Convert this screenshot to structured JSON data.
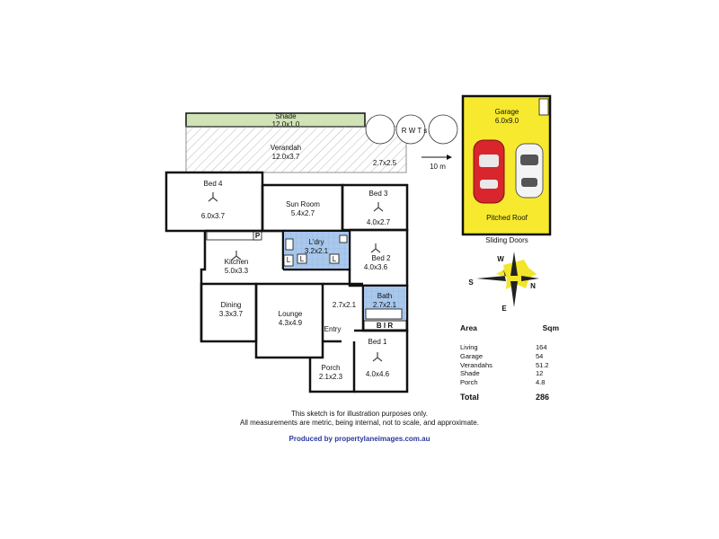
{
  "rooms": {
    "shade": {
      "name": "Shade",
      "size": "12.0x1.0"
    },
    "verandah": {
      "name": "Verandah",
      "size": "12.0x3.7"
    },
    "verandah_side": {
      "size": "2.7x2.5"
    },
    "bed4": {
      "name": "Bed 4",
      "size": "6.0x3.7"
    },
    "sun_room": {
      "name": "Sun Room",
      "size": "5.4x2.7"
    },
    "bed3": {
      "name": "Bed 3",
      "size": "4.0x2.7"
    },
    "laundry": {
      "name": "L'dry",
      "size": "3.2x2.1"
    },
    "kitchen": {
      "name": "Kitchen",
      "size": "5.0x3.3"
    },
    "bed2": {
      "name": "Bed 2",
      "size": "4.0x3.6"
    },
    "dining": {
      "name": "Dining",
      "size": "3.3x3.7"
    },
    "lounge": {
      "name": "Lounge",
      "size": "4.3x4.9"
    },
    "hall": {
      "size": "2.7x2.1"
    },
    "bath": {
      "name": "Bath",
      "size": "2.7x2.1"
    },
    "bir": {
      "name": "B I R"
    },
    "entry": {
      "name": "Entry"
    },
    "bed1": {
      "name": "Bed 1",
      "size": "4.0x4.6"
    },
    "porch": {
      "name": "Porch",
      "size": "2.1x2.3"
    },
    "garage": {
      "name": "Garage",
      "size": "6.0x9.0",
      "roof": "Pitched Roof",
      "doors": "Sliding Doors"
    }
  },
  "linen_labels": [
    "L",
    "L",
    "L"
  ],
  "kitchen_p": "P",
  "rwt_label": "R W T s",
  "distance_label": "10 m",
  "compass": {
    "n": "N",
    "s": "S",
    "e": "E",
    "w": "W"
  },
  "area_table": {
    "header_area": "Area",
    "header_sqm": "Sqm",
    "rows": [
      {
        "name": "Living",
        "value": "164"
      },
      {
        "name": "Garage",
        "value": "54"
      },
      {
        "name": "Verandahs",
        "value": "51.2"
      },
      {
        "name": "Shade",
        "value": "12"
      },
      {
        "name": "Porch",
        "value": "4.8"
      }
    ],
    "total_label": "Total",
    "total_value": "286"
  },
  "notes": {
    "line1": "This sketch is for illustration purposes only.",
    "line2": "All measurements are metric, being internal, not to scale, and approximate.",
    "credit": "Produced by propertylaneimages.com.au"
  },
  "colors": {
    "garage_fill": "#f7ea2e",
    "shade_fill": "#cfe3b5",
    "wet_fill": "#a9c8ec",
    "wall": "#111111",
    "car_red": "#d8262c",
    "credit_blue": "#2a3a9c"
  }
}
